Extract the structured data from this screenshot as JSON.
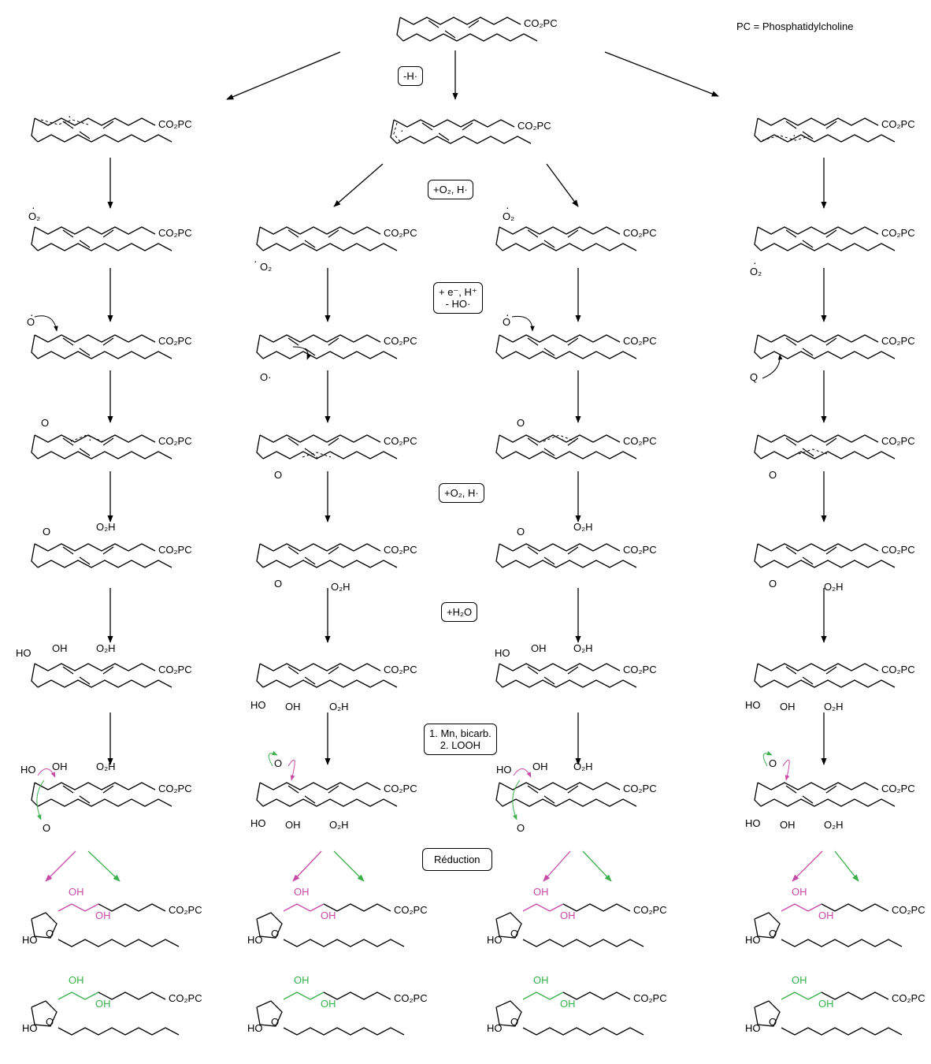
{
  "legend": "PC = Phosphatidylcholine",
  "colors": {
    "pink": "#c64aa6",
    "green": "#3bb04c",
    "ink": "#000000"
  },
  "step_labels": {
    "h_abstraction": "-H·",
    "o2_addition_1": "+O₂, H·",
    "reduction_e": "+ e⁻, H⁺",
    "reduction_ho": "- HO·",
    "o2_addition_2": "+O₂, H·",
    "hydration": "+H₂O",
    "epox_line1": "1. Mn, bicarb.",
    "epox_line2": "2. LOOH",
    "reduction": "Réduction"
  },
  "atoms": {
    "co2pc": "CO₂PC",
    "o2_radical": "O₂",
    "o2h": "O₂H",
    "oh": "OH",
    "ho": "HO",
    "o": "O",
    "o_rad": "O·",
    "q": "Q"
  }
}
